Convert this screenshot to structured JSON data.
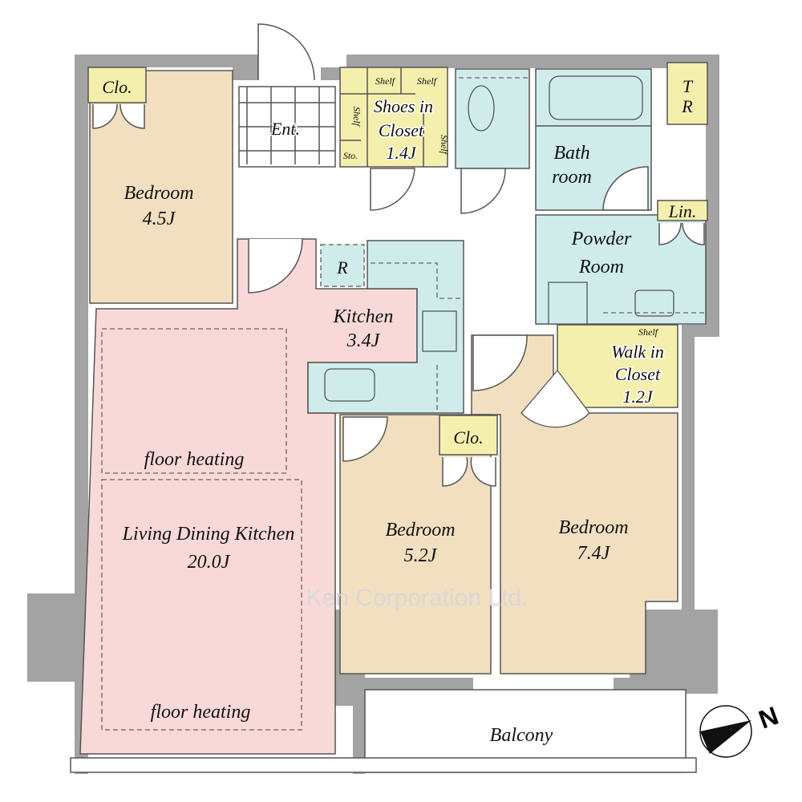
{
  "colors": {
    "wall": "#a3a3a3",
    "bedroom": "#f2dfc0",
    "closet": "#f4efac",
    "wet": "#cfeceb",
    "ldk": "#f8d9d7"
  },
  "rooms": {
    "bedroom_small": {
      "name": "Bedroom",
      "size": "4.5J"
    },
    "closet_1": "Clo.",
    "entrance": "Ent.",
    "shoes_closet": {
      "line1": "Shoes in",
      "line2": "Closet",
      "size": "1.4J"
    },
    "shelf": "Shelf",
    "storage": "Sto.",
    "bathroom": {
      "line1": "Bath",
      "line2": "room"
    },
    "trunk_room": {
      "line1": "T",
      "line2": "R"
    },
    "linen": "Lin.",
    "powder_room": {
      "line1": "Powder",
      "line2": "Room"
    },
    "refrigerator": "R",
    "kitchen": {
      "name": "Kitchen",
      "size": "3.4J"
    },
    "walk_in_closet": {
      "line1": "Walk in",
      "line2": "Closet",
      "size": "1.2J"
    },
    "closet_2": "Clo.",
    "bedroom_mid": {
      "name": "Bedroom",
      "size": "5.2J"
    },
    "bedroom_large": {
      "name": "Bedroom",
      "size": "7.4J"
    },
    "ldk": {
      "name": "Living Dining Kitchen",
      "size": "20.0J"
    },
    "floor_heating": "floor heating",
    "balcony": "Balcony"
  },
  "watermark": "Ken Corporation Ltd.",
  "compass": {
    "label": "N"
  }
}
